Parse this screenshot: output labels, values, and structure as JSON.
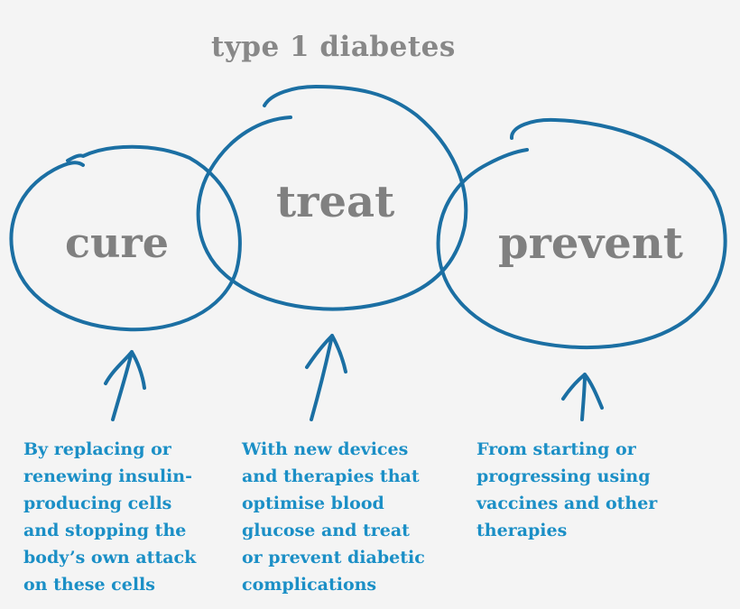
{
  "title": "type 1 diabetes",
  "stroke_color": "#1b6fa3",
  "text_color_blue": "#1b8fc6",
  "text_color_gray": "#808080",
  "circles": [
    {
      "label": "cure",
      "description": "By replacing or\nrenewing insulin-\nproducing cells\nand stopping the\nbody’s own attack\non these cells"
    },
    {
      "label": "treat",
      "description": "With new devices\nand therapies that\noptimise blood\nglucose and treat\nor prevent diabetic\ncomplications"
    },
    {
      "label": "prevent",
      "description": "From starting or\nprogressing using\nvaccines and other\ntherapies"
    }
  ]
}
